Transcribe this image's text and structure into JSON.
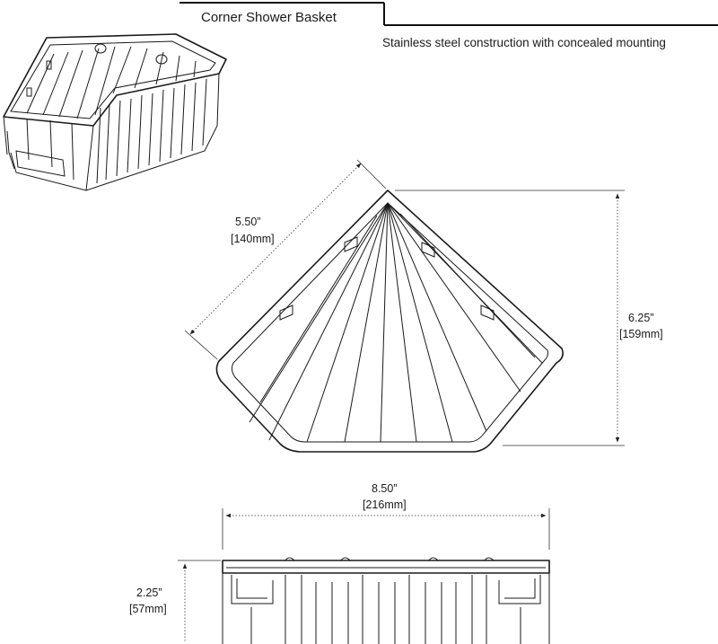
{
  "header": {
    "title": "Corner Shower Basket",
    "subtitle": "Stainless steel construction with concealed mounting"
  },
  "dimensions": {
    "side": {
      "inches": "5.50”",
      "mm": "[140mm]"
    },
    "depth": {
      "inches": "6.25”",
      "mm": "[159mm]"
    },
    "width": {
      "inches": "8.50”",
      "mm": "[216mm]"
    },
    "height": {
      "inches": "2.25”",
      "mm": "[57mm]"
    }
  }
}
